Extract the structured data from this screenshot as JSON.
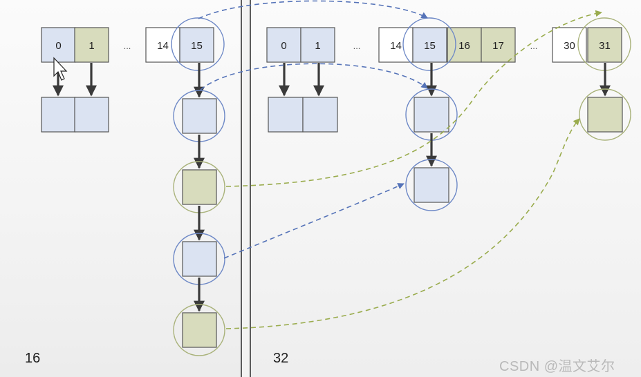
{
  "left": {
    "size_label": "16",
    "slots": [
      {
        "text": "0",
        "fill": "blue"
      },
      {
        "text": "1",
        "fill": "green"
      },
      {
        "text": "...",
        "fill": "none"
      },
      {
        "text": "14",
        "fill": "white"
      },
      {
        "text": "15",
        "fill": "blue"
      }
    ],
    "chain_nodes": [
      "blue",
      "blue",
      "green",
      "blue",
      "green"
    ]
  },
  "right": {
    "size_label": "32",
    "slots": [
      {
        "text": "0",
        "fill": "blue"
      },
      {
        "text": "1",
        "fill": "blue"
      },
      {
        "text": "...",
        "fill": "none"
      },
      {
        "text": "14",
        "fill": "white"
      },
      {
        "text": "15",
        "fill": "blue"
      },
      {
        "text": "16",
        "fill": "green"
      },
      {
        "text": "17",
        "fill": "green"
      },
      {
        "text": "...",
        "fill": "none"
      },
      {
        "text": "30",
        "fill": "white"
      },
      {
        "text": "31",
        "fill": "green"
      }
    ],
    "chain_nodes": [
      "blue",
      "blue",
      "green"
    ]
  },
  "watermark": "CSDN @温文艾尔",
  "colors": {
    "blue_fill": "#dbe3f2",
    "green_fill": "#d8dcbd",
    "white_fill": "#ffffff",
    "box_stroke": "#555555",
    "blue_circle": "#6d88c6",
    "green_circle": "#a9b27a",
    "blue_dash": "#5573b8",
    "green_dash": "#9aac4e",
    "arrow": "#3a3a3a"
  },
  "icons": [
    "mouse-cursor-icon"
  ]
}
